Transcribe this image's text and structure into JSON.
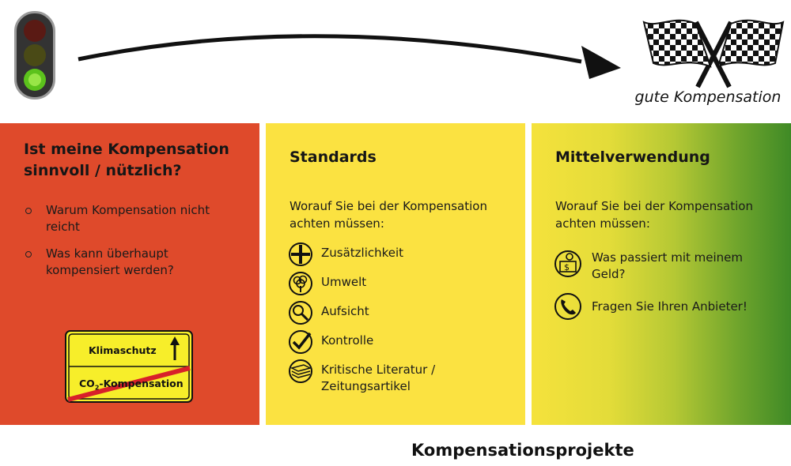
{
  "top": {
    "goal_label": "gute Kompensation"
  },
  "panels": {
    "red": {
      "heading": "Ist meine Kompensation sinnvoll / nützlich?",
      "bullets": [
        "Warum Kompensation nicht reicht",
        "Was kann überhaupt kompensiert werden?"
      ],
      "sign": {
        "top_text": "Klimaschutz",
        "bottom_text_co": "CO",
        "bottom_text_sub": "2",
        "bottom_text_rest": "-Kompensation"
      }
    },
    "yellow": {
      "heading": "Standards",
      "intro": "Worauf Sie bei der Kompensation achten müssen:",
      "items": [
        {
          "label": "Zusätzlichkeit",
          "icon": "plus-icon"
        },
        {
          "label": "Umwelt",
          "icon": "tree-icon"
        },
        {
          "label": "Aufsicht",
          "icon": "magnifier-icon"
        },
        {
          "label": "Kontrolle",
          "icon": "checkmark-icon"
        },
        {
          "label": "Kritische Literatur / Zeitungsartikel",
          "icon": "paper-stack-icon"
        }
      ]
    },
    "green": {
      "heading": "Mittelverwendung",
      "intro": "Worauf Sie bei der Kompensation achten müssen:",
      "items": [
        {
          "label": "Was passiert mit meinem Geld?",
          "icon": "money-person-icon"
        },
        {
          "label": "Fragen Sie Ihren Anbieter!",
          "icon": "phone-icon"
        }
      ]
    }
  },
  "footer": {
    "title": "Kompensationsprojekte"
  },
  "colors": {
    "red_panel": "#df4a2b",
    "yellow_panel": "#fbe241",
    "green_panel_end": "#3f8a26",
    "sign_yellow": "#f7ee2a",
    "strike_red": "#d8202a"
  }
}
